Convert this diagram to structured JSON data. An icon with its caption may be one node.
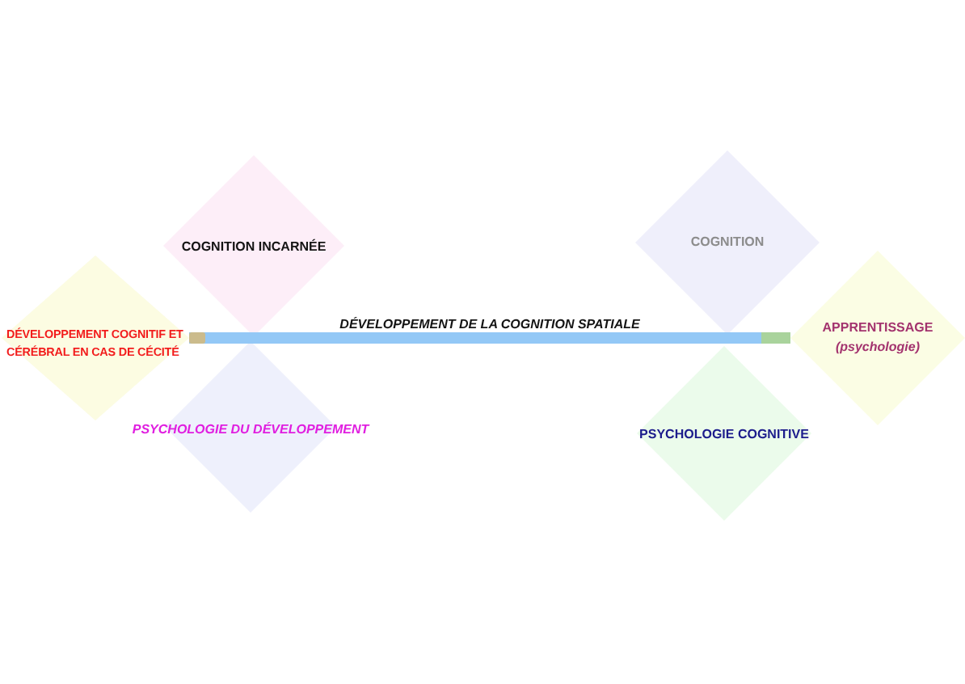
{
  "diagram": {
    "nodes": [
      {
        "text": [
          "COGNITION INCARNÉE"
        ]
      },
      {
        "text": [
          "COGNITION"
        ]
      },
      {
        "text": [
          "DÉVELOPPEMENT COGNITIF ET CÉRÉBRAL EN CAS DE CÉCITÉ"
        ]
      },
      {
        "text": [
          "APPRENTISSAGE *(psychologie)*"
        ]
      },
      {
        "text": [
          "PSYCHOLOGIE DU DÉVELOPPEMENT"
        ]
      },
      {
        "text": [
          "PSYCHOLOGIE COGNITIVE"
        ]
      }
    ],
    "edges": [
      {
        "from": 2,
        "to": 3,
        "arrow": "other",
        "label": "DÉVELOPPEMENT DE LA COGNITION SPATIALE"
      }
    ]
  }
}
